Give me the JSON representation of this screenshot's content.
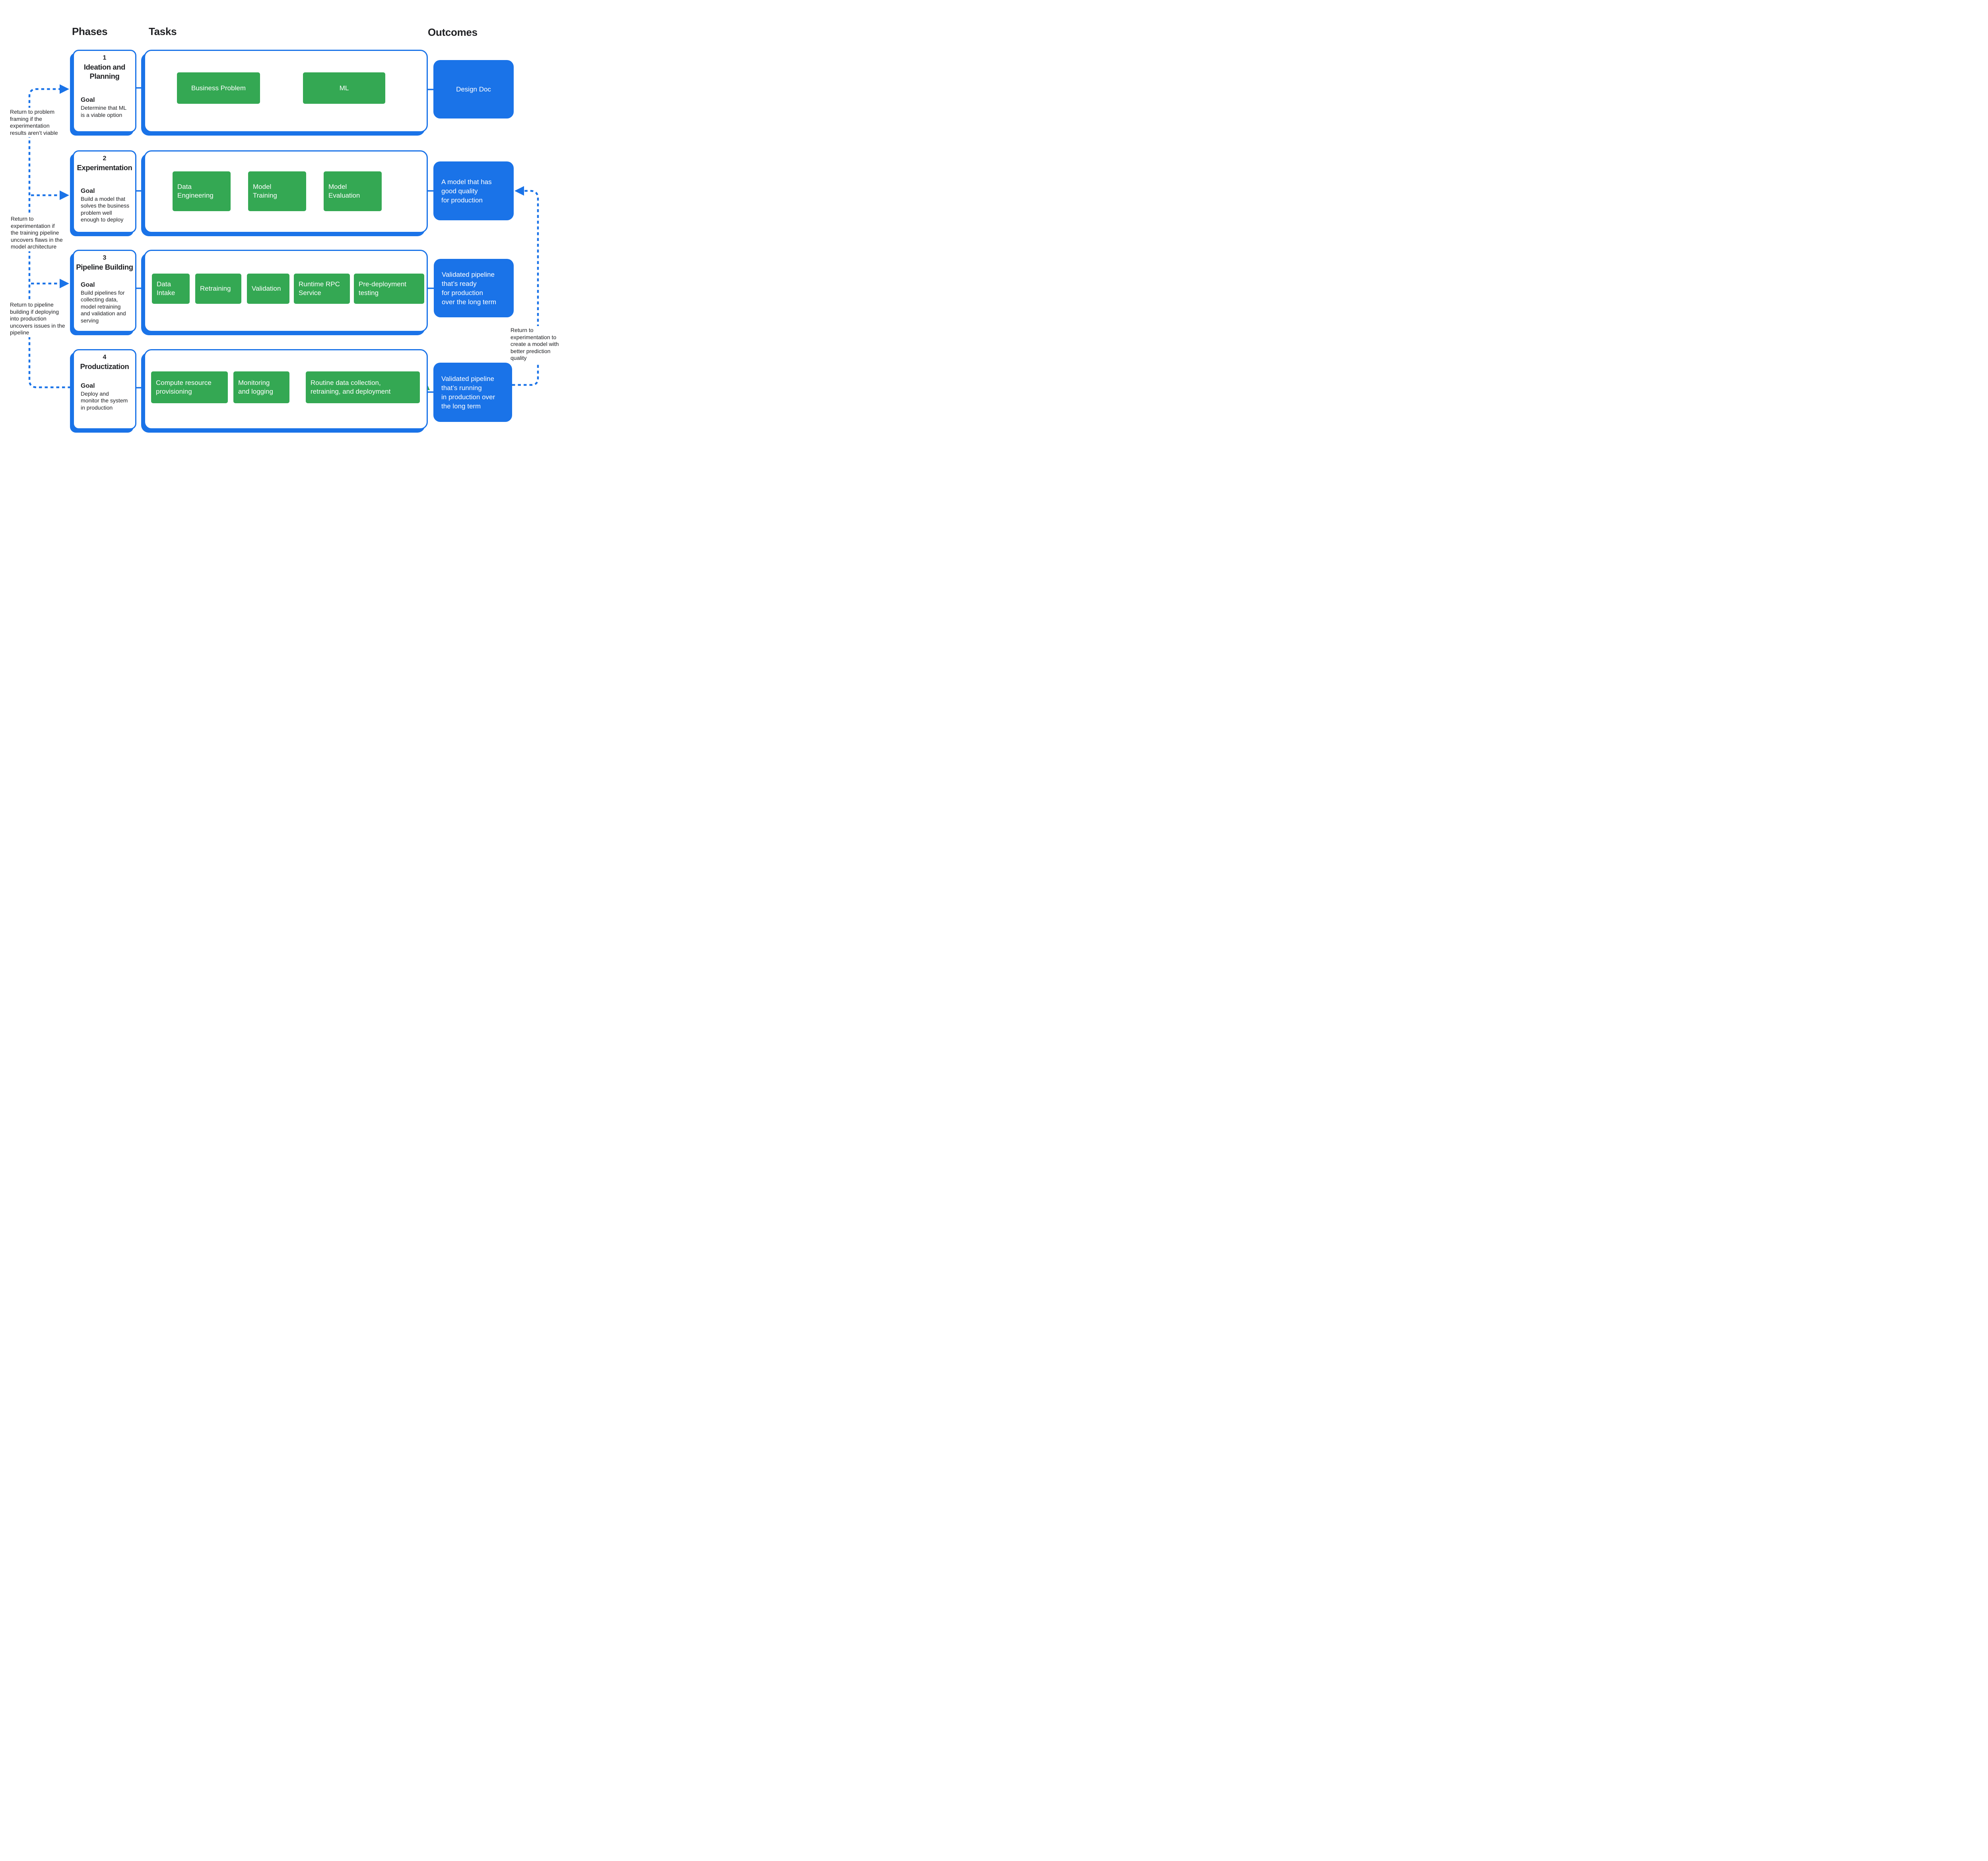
{
  "headers": {
    "phases": "Phases",
    "tasks": "Tasks",
    "outcomes": "Outcomes"
  },
  "colors": {
    "blue": "#1A73E8",
    "green": "#34A853",
    "dark": "#202124"
  },
  "phases": [
    {
      "number": "1",
      "title": "Ideation and\nPlanning",
      "goal_label": "Goal",
      "goal": "Determine that ML\nis a viable option",
      "tasks": [
        "Business Problem",
        "ML"
      ],
      "outcome": "Design Doc"
    },
    {
      "number": "2",
      "title": "Experimentation",
      "goal_label": "Goal",
      "goal": "Build a model that\nsolves the business\nproblem well\nenough to deploy",
      "tasks": [
        "Data\nEngineering",
        "Model\nTraining",
        "Model\nEvaluation"
      ],
      "outcome": "A model that has\ngood quality\nfor production"
    },
    {
      "number": "3",
      "title": "Pipeline Building",
      "goal_label": "Goal",
      "goal": "Build pipelines for\ncollecting data,\nmodel retraining\nand validation and\nserving",
      "tasks": [
        "Data\nIntake",
        "Retraining",
        "Validation",
        "Runtime RPC\nService",
        "Pre-deployment\ntesting"
      ],
      "outcome": "Validated pipeline\nthat’s ready\nfor production\nover the long term"
    },
    {
      "number": "4",
      "title": "Productization",
      "goal_label": "Goal",
      "goal": "Deploy and\nmonitor the system\nin production",
      "tasks": [
        "Compute resource\nprovisioning",
        "Monitoring\nand logging",
        "Routine data collection,\nretraining, and deployment"
      ],
      "outcome": "Validated pipeline\nthat’s running\nin production over\nthe long term"
    }
  ],
  "annotations": {
    "return_problem_framing": "Return to problem\nframing if the\nexperimentation\nresults aren’t viable",
    "return_experimentation_left": "Return to\nexperimentation if\nthe training pipeline\nuncovers flaws in the\nmodel architecture",
    "return_pipeline_building": "Return to pipeline\nbuilding if deploying\ninto production\nuncovers issues in the\npipeline",
    "return_experimentation_right": "Return to\nexperimentation to\ncreate a model with\nbetter prediction\nquality"
  }
}
